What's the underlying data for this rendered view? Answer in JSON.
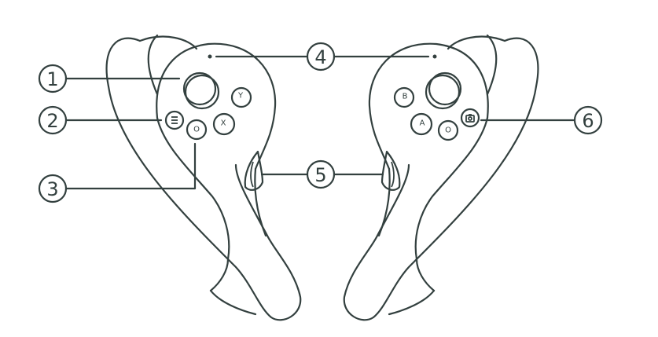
{
  "colors": {
    "stroke": "#33403f",
    "background": "#ffffff"
  },
  "callouts": [
    {
      "number": "1",
      "target": "thumbstick"
    },
    {
      "number": "2",
      "target": "menu-button"
    },
    {
      "number": "3",
      "target": "home-button"
    },
    {
      "number": "4",
      "target": "indicator-light"
    },
    {
      "number": "5",
      "target": "grip-button"
    },
    {
      "number": "6",
      "target": "capture-button"
    }
  ],
  "left_controller": {
    "buttons": {
      "y": "Y",
      "x": "X",
      "home": "O",
      "menu": "menu-icon"
    }
  },
  "right_controller": {
    "buttons": {
      "b": "B",
      "a": "A",
      "home": "O",
      "capture": "camera-icon"
    }
  }
}
